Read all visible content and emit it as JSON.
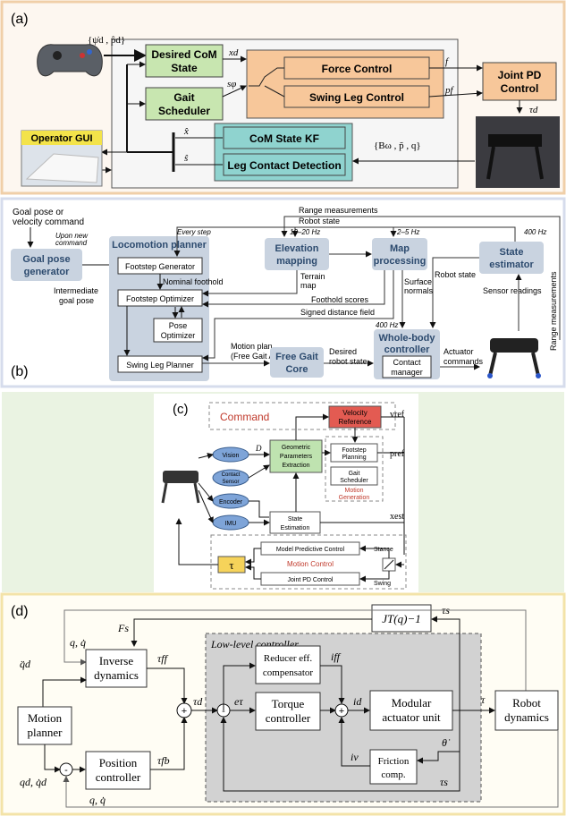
{
  "panel_a": {
    "label": "(a)",
    "input_signal": "{ψ̇d , p̂d}",
    "desired_com": [
      "Desired CoM",
      "State"
    ],
    "gait_scheduler": [
      "Gait",
      "Scheduler"
    ],
    "force_control": "Force Control",
    "swing_leg_control": "Swing Leg Control",
    "joint_pd": [
      "Joint PD",
      "Control"
    ],
    "com_state_kf": "CoM State KF",
    "leg_contact_detection": "Leg Contact Detection",
    "operator_gui": "Operator GUI",
    "sig_xd": "xd",
    "sig_sphi": "sφ",
    "sig_f": "f",
    "sig_pf": "pf",
    "sig_tau": "τd",
    "sig_xhat": "x̂",
    "sig_shat": "ŝ",
    "sensor_signal": "{Bω , p̃ , q}"
  },
  "panel_b": {
    "label": "(b)",
    "goal_cmd": [
      "Goal pose or",
      "velocity command"
    ],
    "upon_new": [
      "Upon new",
      "command"
    ],
    "goal_generator": [
      "Goal pose",
      "generator"
    ],
    "intermediate": [
      "Intermediate",
      "goal pose"
    ],
    "locomotion_planner": "Locomotion planner",
    "every_step": "Every step",
    "footstep_generator": "Footstep Generator",
    "nominal_foothold": "Nominal foothold",
    "footstep_optimizer": "Footstep Optimizer",
    "pose_optimizer": [
      "Pose",
      "Optimizer"
    ],
    "swing_leg_planner": "Swing Leg Planner",
    "range_meas": "Range measurements",
    "robot_state": "Robot state",
    "hz_elev": "10–20 Hz",
    "elevation_mapping": [
      "Elevation",
      "mapping"
    ],
    "hz_map": "2–5 Hz",
    "map_processing": [
      "Map",
      "processing"
    ],
    "hz_state": "400 Hz",
    "state_estimator": [
      "State",
      "estimator"
    ],
    "terrain_map": [
      "Terrain",
      "map"
    ],
    "foothold_scores": "Foothold scores",
    "signed_distance": "Signed distance field",
    "robot_state2": "Robot  state",
    "surface_normals": [
      "Surface",
      "normals"
    ],
    "sensor_readings": "Sensor readings",
    "range_meas_side": "Range measurements",
    "motion_plan": [
      "Motion plan",
      "(Free Gait API)"
    ],
    "free_gait": [
      "Free Gait",
      "Core"
    ],
    "desired_state": [
      "Desired",
      "robot state"
    ],
    "hz_wbc": "400 Hz",
    "wbc": [
      "Whole-body",
      "controller"
    ],
    "contact_manager": [
      "Contact",
      "manager"
    ],
    "actuator_cmds": [
      "Actuator",
      "commands"
    ]
  },
  "panel_c": {
    "label": "(c)",
    "command": "Command",
    "velocity_reference": [
      "Velocity",
      "Reference"
    ],
    "v_ref": "vref",
    "vision": "Vision",
    "contact_sensor": [
      "Contact",
      "Sensor"
    ],
    "encoder": "Encoder",
    "imu": "IMU",
    "d_sym": "D",
    "geometric": [
      "Geometric",
      "Parameters",
      "Extraction"
    ],
    "footstep_planning": [
      "Footstep",
      "Planning"
    ],
    "gait_scheduler": [
      "Gait",
      "Scheduler"
    ],
    "motion_generation": [
      "Motion",
      "Generation"
    ],
    "p_ref": "pref",
    "state_estimation": [
      "State",
      "Estimation"
    ],
    "x_est": "xest",
    "mpc": "Model Predictive Control",
    "motion_control": "Motion Control",
    "tau": "τ",
    "joint_pd": "Joint PD Control",
    "stance": "Stance",
    "swing": "Swing"
  },
  "panel_d": {
    "label": "(d)",
    "jt": "JT(q)−1",
    "fs": "Fs",
    "tau_s": "τs",
    "low_level": "Low-level controller",
    "qqd_top": "q, q̇",
    "inverse_dynamics": [
      "Inverse",
      "dynamics"
    ],
    "tau_ff": "τff",
    "reducer": [
      "Reducer eff.",
      "compensator"
    ],
    "i_ff": "iff",
    "qdd_d": "q̈d",
    "motion_planner": [
      "Motion",
      "planner"
    ],
    "tau_d": "τd",
    "e_tau": "eτ",
    "torque_controller": [
      "Torque",
      "controller"
    ],
    "i_d": "id",
    "modular_actuator": [
      "Modular",
      "actuator unit"
    ],
    "tau_out": "τ",
    "robot_dynamics": [
      "Robot",
      "dynamics"
    ],
    "i_v": "iv",
    "friction": [
      "Friction",
      "comp."
    ],
    "theta_dot": "θ̇",
    "tau_s2": "τs",
    "qd_qdd": "qd, q̇d",
    "position_controller": [
      "Position",
      "controller"
    ],
    "tau_fb": "τfb",
    "qqd_bottom": "q, q̇",
    "minus": "-",
    "plus": "+"
  }
}
